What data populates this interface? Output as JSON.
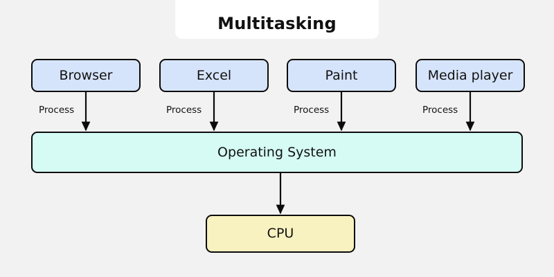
{
  "diagram": {
    "title": "Multitasking",
    "background_color": "#f2f2f2",
    "title_card_color": "#ffffff",
    "stroke_color": "#0b0b0b",
    "applications": [
      {
        "label": "Browser",
        "edge_label": "Process",
        "color": "#d6e4fb"
      },
      {
        "label": "Excel",
        "edge_label": "Process",
        "color": "#d6e4fb"
      },
      {
        "label": "Paint",
        "edge_label": "Process",
        "color": "#d6e4fb"
      },
      {
        "label": "Media player",
        "edge_label": "Process",
        "color": "#d6e4fb"
      }
    ],
    "operating_system": {
      "label": "Operating System",
      "color": "#d5fbf4"
    },
    "cpu": {
      "label": "CPU",
      "color": "#f8f1c0"
    }
  }
}
